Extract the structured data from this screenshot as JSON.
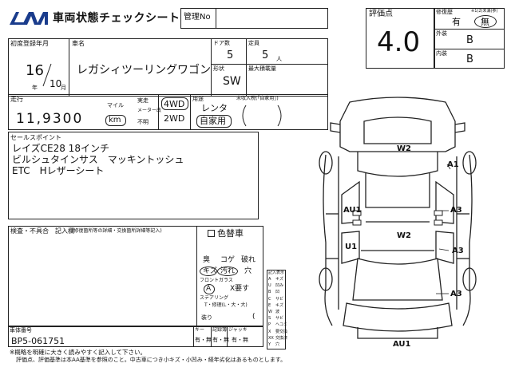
{
  "header": {
    "logo": "LAA",
    "title": "車両状態チェックシート",
    "kanri_label": "管理No",
    "kanri_value": ""
  },
  "grade": {
    "label": "評価点",
    "value": "4.0"
  },
  "repair": {
    "label": "修復歴",
    "label_note": "※1(2)未満(参)",
    "ari": "有",
    "nashi": "無"
  },
  "exterior": {
    "label": "外装",
    "value": "B"
  },
  "interior": {
    "label": "内装",
    "value": "B"
  },
  "car": {
    "reg_label": "初度登録年月",
    "year": "16",
    "year_unit": "年",
    "month": "10",
    "month_unit": "月",
    "name_label": "車名",
    "name": "レガシィツーリングワゴン",
    "doors_label": "ドア数",
    "doors": "5",
    "capacity_label": "定員",
    "capacity": "5",
    "capacity_unit": "人",
    "shape_label": "形状",
    "shape": "SW",
    "load_label": "最大積載量",
    "load": ""
  },
  "mileage": {
    "label": "走行",
    "value": "11,9300",
    "unit_mile": "マイル",
    "unit_km": "km",
    "opt1": "実走",
    "opt2": "メーター改",
    "opt3": "不明",
    "drive_4wd": "4WD",
    "drive_2wd": "2WD",
    "use_label": "用途",
    "use_rental": "レンタ",
    "use_private": "自家用",
    "unpaid_label": "未収入税(「自家用」)"
  },
  "sales_points": {
    "label": "セールスポイント",
    "lines": [
      "レイズCE28 18インチ",
      "ビルシュタインサス　マッキントッシュ",
      "ETC　Hレザーシート"
    ]
  },
  "inspector": {
    "label": "検査・不具合　記入欄",
    "note": "(修復箇所等の詳細・交換箇所詳細等記入)",
    "color_change": "色替車",
    "check1": "臭",
    "check2": "コゲ",
    "check3": "破れ",
    "check4": "キズ",
    "check5": "汚れ",
    "check6": "穴",
    "front_glass_label": "フロントガラス",
    "front_glass_a": "A",
    "front_glass_x": "X要す",
    "seat_label": "ステアリング",
    "seat_note": "T・修理(L・大・大)",
    "ichiran": "(",
    "damage_label": "装り",
    "chassis_label": "車体番号",
    "chassis": "BP5-061751",
    "key_label": "キー",
    "key_values": "有・無",
    "book_label": "記録簿",
    "book_values": "有・無",
    "jack_label": "ジャッキ",
    "jack_values": "有・無"
  },
  "legend": {
    "title": "記入表示",
    "items": [
      [
        "A",
        "キズ"
      ],
      [
        "U",
        "凹み"
      ],
      [
        "B",
        "凹"
      ],
      [
        "C",
        "サビ"
      ],
      [
        "E",
        "キズ"
      ],
      [
        "W",
        "波"
      ],
      [
        "S",
        "サビ"
      ],
      [
        "P",
        "ヘコミ"
      ],
      [
        "X",
        "要交換"
      ],
      [
        "XX",
        "交換済"
      ],
      [
        "Y",
        "穴"
      ]
    ]
  },
  "diagram_marks": {
    "w2_top": "W2",
    "a1_right": "A1",
    "au1_left": "AU1",
    "a3_right_upper": "A3",
    "w2_center": "W2",
    "u1_left": "U1",
    "a3_right_mid": "A3",
    "a3_right_lower": "A3",
    "au1_bottom": "AU1"
  },
  "footer": {
    "line1": "※概略を明確に大きく読みやすく記入して下さい。",
    "line2": "評価点、評価基準は本AA基準を参照のこと。中古車につき小キズ・小凹み・経年劣化はあるものとします。"
  }
}
